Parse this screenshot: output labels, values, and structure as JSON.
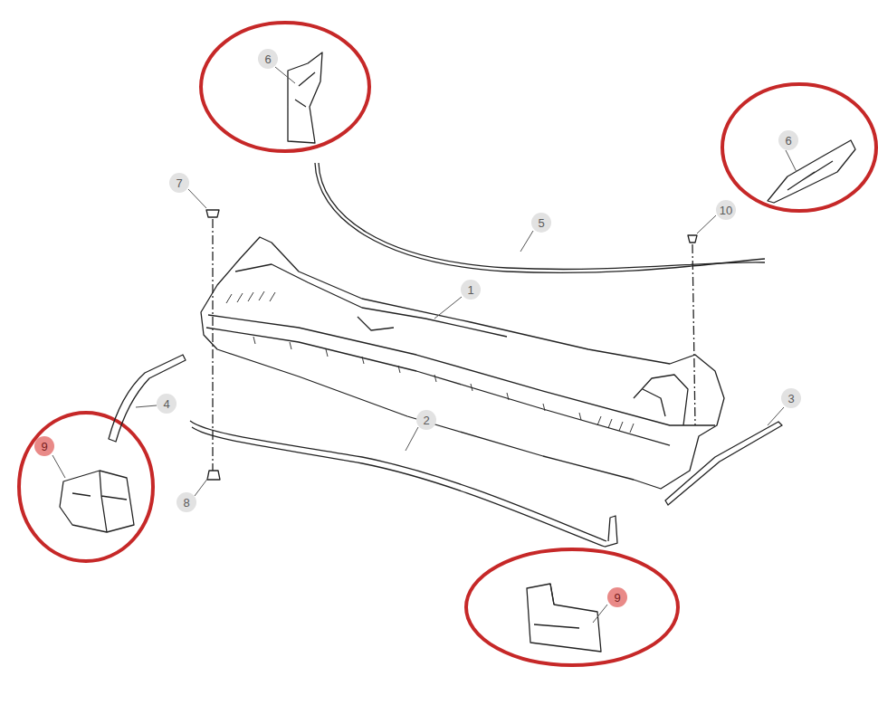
{
  "diagram": {
    "labels": [
      "6",
      "6",
      "7",
      "10",
      "5",
      "1",
      "3",
      "4",
      "2",
      "9",
      "8",
      "9"
    ]
  }
}
